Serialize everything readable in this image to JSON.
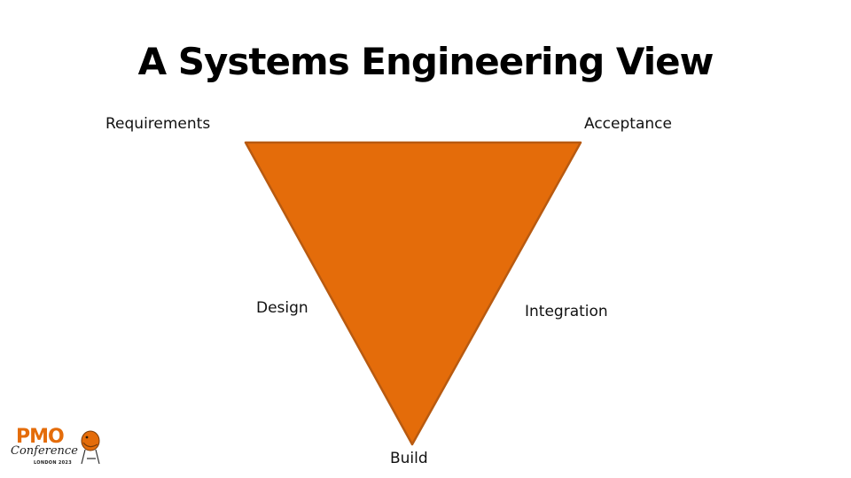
{
  "slide": {
    "title": "A Systems Engineering View"
  },
  "diagram": {
    "shape": "inverted-triangle",
    "fill_color": "#E46C0A",
    "stroke_color": "#B85A10",
    "labels": {
      "top_left": "Requirements",
      "top_right": "Acceptance",
      "left_side": "Design",
      "right_side": "Integration",
      "bottom": "Build"
    }
  },
  "logo": {
    "line1": "PMO",
    "line2": "Conference",
    "line3": "LONDON 2023",
    "accent_color": "#E46C0A"
  }
}
